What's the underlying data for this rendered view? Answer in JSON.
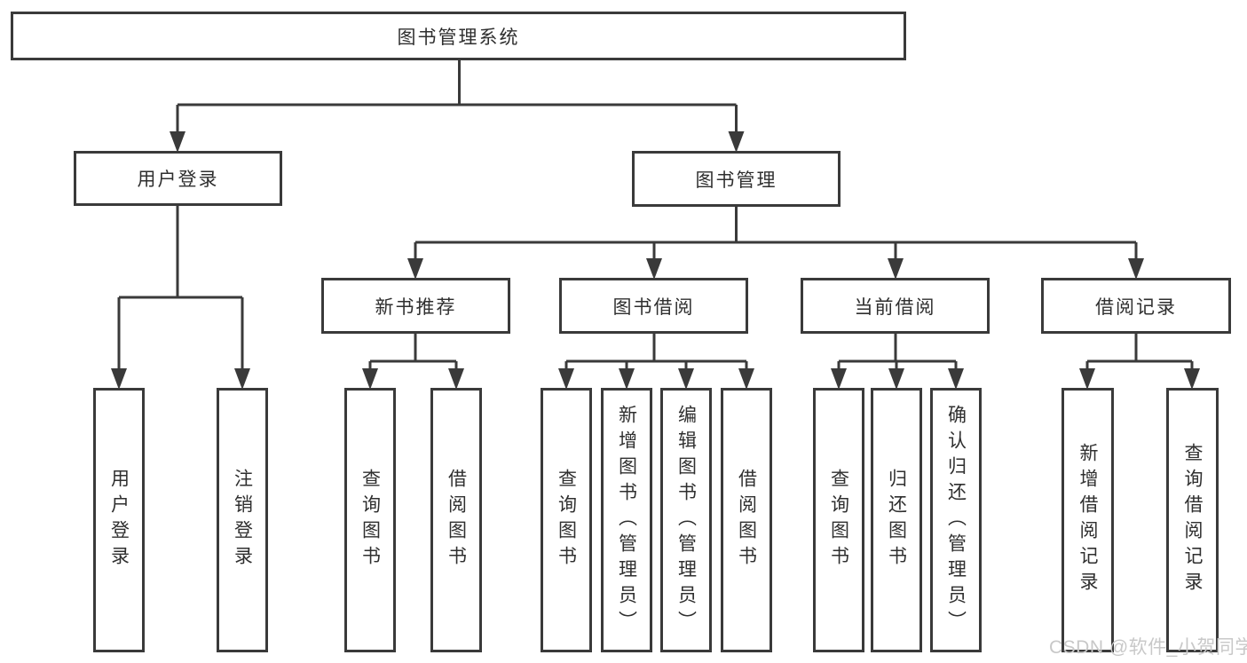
{
  "diagram": {
    "type": "tree",
    "line_color": "#3a3a3a",
    "box_border_color": "#3a3a3a",
    "text_color": "#2f2f2f",
    "background_color": "#ffffff",
    "nodes": {
      "root": {
        "label": "图书管理系统"
      },
      "user_login": {
        "label": "用户登录"
      },
      "book_management": {
        "label": "图书管理"
      },
      "new_book_recommend": {
        "label": "新书推荐"
      },
      "book_borrowing": {
        "label": "图书借阅"
      },
      "current_borrowing": {
        "label": "当前借阅"
      },
      "borrowing_records": {
        "label": "借阅记录"
      },
      "leaf_user_login": {
        "label": "用户登录"
      },
      "leaf_logout": {
        "label": "注销登录"
      },
      "leaf_query_book_recommend": {
        "label": "查询图书"
      },
      "leaf_borrow_book_recommend": {
        "label": "借阅图书"
      },
      "leaf_query_book_borrowing": {
        "label": "查询图书"
      },
      "leaf_add_book_admin": {
        "label": "新增图书（管理员）"
      },
      "leaf_edit_book_admin": {
        "label": "编辑图书（管理员）"
      },
      "leaf_borrow_book_borrowing": {
        "label": "借阅图书"
      },
      "leaf_query_book_current": {
        "label": "查询图书"
      },
      "leaf_return_book": {
        "label": "归还图书"
      },
      "leaf_confirm_return_admin": {
        "label": "确认归还（管理员）"
      },
      "leaf_add_borrow_record": {
        "label": "新增借阅记录"
      },
      "leaf_query_borrow_record": {
        "label": "查询借阅记录"
      }
    },
    "hierarchy": {
      "图书管理系统": {
        "用户登录": [
          "用户登录",
          "注销登录"
        ],
        "图书管理": {
          "新书推荐": [
            "查询图书",
            "借阅图书"
          ],
          "图书借阅": [
            "查询图书",
            "新增图书（管理员）",
            "编辑图书（管理员）",
            "借阅图书"
          ],
          "当前借阅": [
            "查询图书",
            "归还图书",
            "确认归还（管理员）"
          ],
          "借阅记录": [
            "新增借阅记录",
            "查询借阅记录"
          ]
        }
      }
    }
  },
  "watermark": {
    "text": "CSDN @软件_小贺同学",
    "color": "#c8c8c8"
  }
}
